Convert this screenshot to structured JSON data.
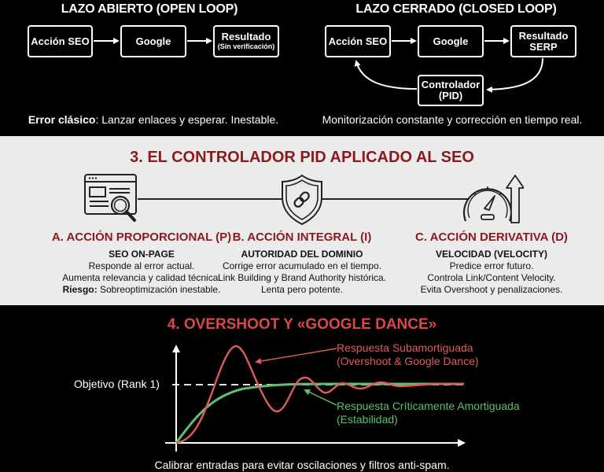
{
  "open_loop": {
    "title": "LAZO ABIERTO (OPEN LOOP)",
    "boxes": [
      {
        "label": "Acción SEO",
        "sub": ""
      },
      {
        "label": "Google",
        "sub": ""
      },
      {
        "label": "Resultado",
        "sub": "(Sin verificación)"
      }
    ],
    "caption_bold": "Error clásico",
    "caption_rest": ": Lanzar enlaces y esperar. Inestable."
  },
  "closed_loop": {
    "title": "LAZO CERRADO (CLOSED LOOP)",
    "boxes": [
      {
        "label": "Acción SEO"
      },
      {
        "label": "Google"
      },
      {
        "label": "Resultado",
        "label2": "SERP"
      }
    ],
    "controller": {
      "label": "Controlador",
      "label2": "(PID)"
    },
    "caption": "Monitorización constante y corrección en tiempo real."
  },
  "pid_section": {
    "title": "3. EL CONTROLADOR PID APLICADO AL SEO",
    "columns": [
      {
        "icon": "webpage-search-icon",
        "heading": "A. ACCIÓN PROPORCIONAL (P)",
        "subheading": "SEO ON-PAGE",
        "lines": [
          "Responde al error actual.",
          "Aumenta relevancia y calidad técnica."
        ],
        "risk_label": "Riesgo:",
        "risk_text": " Sobreoptimización inestable."
      },
      {
        "icon": "shield-link-icon",
        "heading": "B. ACCIÓN INTEGRAL (I)",
        "subheading": "AUTORIDAD DEL DOMINIO",
        "lines": [
          "Corrige error acumulado en el tiempo.",
          "Link Building y Brand Authority histórica.",
          "Lenta pero potente."
        ]
      },
      {
        "icon": "speedometer-arrow-icon",
        "heading": "C. ACCIÓN DERIVATIVA (D)",
        "subheading": "VELOCIDAD (VELOCITY)",
        "lines": [
          "Predice error futuro.",
          "Controla Link/Content Velocity.",
          "Evita Overshoot y penalizaciones."
        ]
      }
    ]
  },
  "overshoot_section": {
    "title": "4. OVERSHOOT Y «GOOGLE DANCE»",
    "target_label": "Objetivo (Rank 1)",
    "legend_red_1": "Respuesta Subamortiguada",
    "legend_red_2": "(Overshoot & Google Dance)",
    "legend_green_1": "Respuesta Críticamente Amortiguada",
    "legend_green_2": "(Estabilidad)",
    "caption": "Calibrar entradas para evitar oscilaciones y filtros anti-spam.",
    "colors": {
      "red": "#e05b5c",
      "green": "#5fbf73",
      "title": "#d9484a"
    }
  },
  "colors": {
    "dark_bg": "#000000",
    "light_bg": "#ebebeb",
    "heading_red": "#8b1a1f"
  }
}
